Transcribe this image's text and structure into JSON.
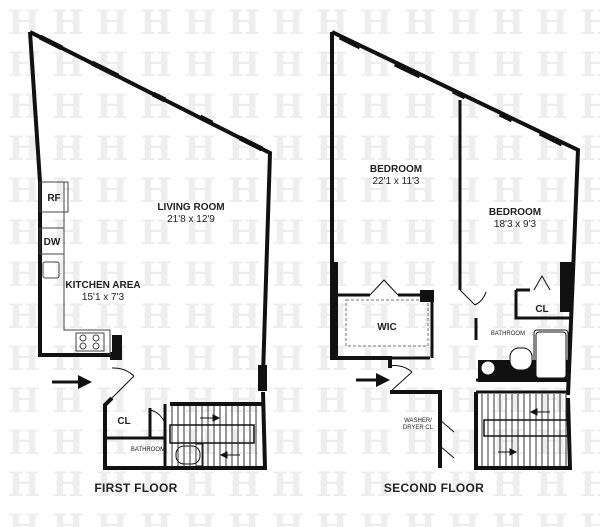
{
  "watermark": {
    "glyph": "H",
    "color": "#eeeeee"
  },
  "colors": {
    "wall": "#111111",
    "fixture": "#444444",
    "background": "#ffffff"
  },
  "first_floor": {
    "title": "FIRST FLOOR",
    "living_room": {
      "name": "LIVING ROOM",
      "dims": "21'8 x 12'9"
    },
    "kitchen": {
      "name": "KITCHEN AREA",
      "dims": "15'1 x 7'3"
    },
    "appliances": {
      "refrigerator": "RF",
      "dishwasher": "DW"
    },
    "closet": "CL",
    "bathroom": "BATHROOM"
  },
  "second_floor": {
    "title": "SECOND FLOOR",
    "bedroom_1": {
      "name": "BEDROOM",
      "dims": "22'1 x 11'3"
    },
    "bedroom_2": {
      "name": "BEDROOM",
      "dims": "18'3 x 9'3"
    },
    "walk_in_closet": "WIC",
    "closet": "CL",
    "bathroom": "BATHROOM",
    "washer_dryer": {
      "line1": "WASHER/",
      "line2": "DRYER CL"
    }
  }
}
